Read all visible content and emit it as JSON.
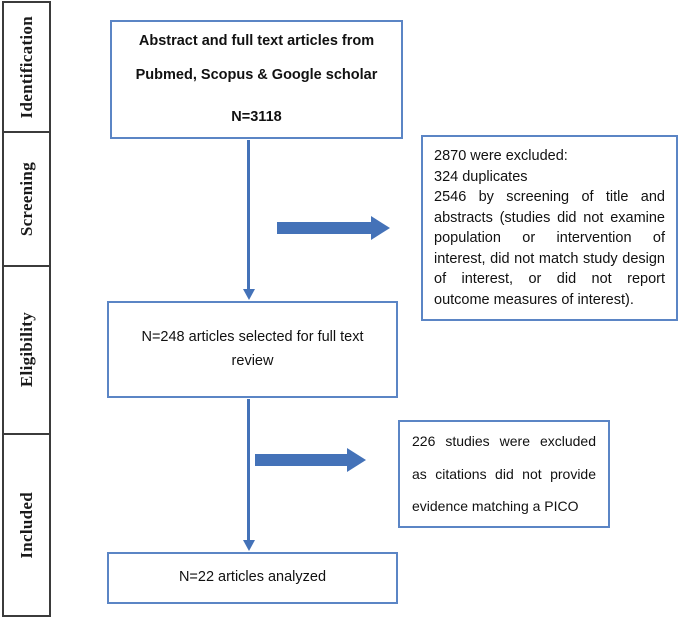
{
  "diagram": {
    "title": "PRISMA study selection flow diagram",
    "accent_color": "#4472b8",
    "box_border_color": "#5b85c5",
    "rail_border_color": "#3b3b3b"
  },
  "stages": [
    {
      "label": "Identification"
    },
    {
      "label": "Screening"
    },
    {
      "label": "Eligibility"
    },
    {
      "label": "Included"
    }
  ],
  "boxes": {
    "identification": {
      "line1": "Abstract and full text articles from",
      "line2": "Pubmed, Scopus & Google scholar",
      "count": "N=3118"
    },
    "excluded_screening": {
      "line1": "2870 were excluded:",
      "line2": "324 duplicates",
      "line3": "2546 by screening of title and abstracts (studies did not examine population or intervention of interest, did not match study design of interest, or did not report outcome measures of interest)."
    },
    "full_text_review": {
      "text": "N=248 articles selected for full text review"
    },
    "excluded_eligibility": {
      "text": "226 studies were excluded as citations did not provide evidence matching a PICO"
    },
    "analyzed": {
      "text": "N=22 articles analyzed"
    }
  },
  "connectors": [
    {
      "name": "identification-to-eligibility",
      "direction": "down"
    },
    {
      "name": "eligibility-to-included",
      "direction": "down"
    },
    {
      "name": "screening-to-excluded",
      "direction": "right"
    },
    {
      "name": "eligibility-to-excluded",
      "direction": "right"
    }
  ]
}
